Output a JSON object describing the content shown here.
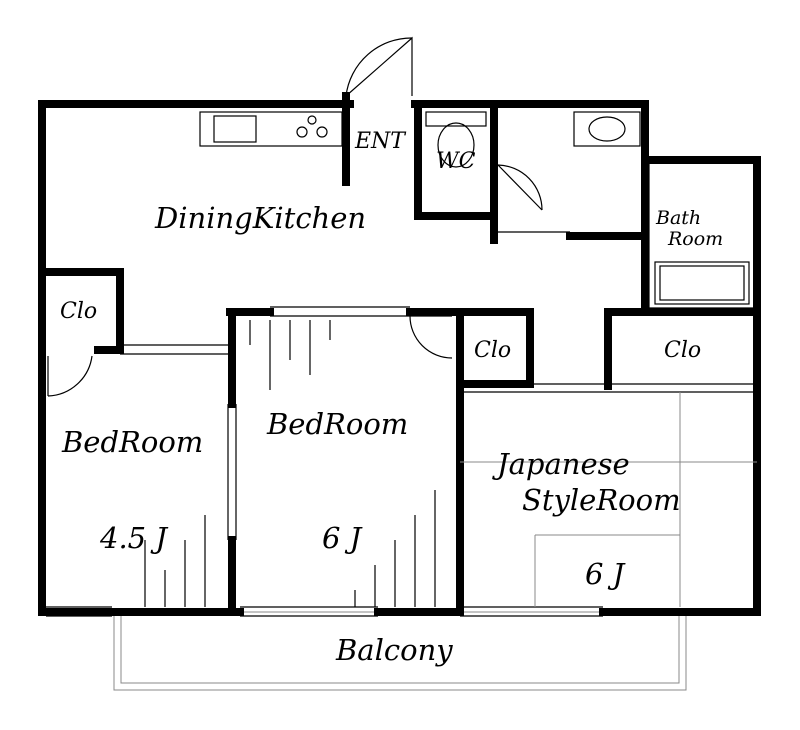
{
  "rooms": {
    "dining_kitchen": "DiningKitchen",
    "entrance": "ENT",
    "wc": "WC",
    "bath_line1": "Bath",
    "bath_line2": "Room",
    "closet_left": "Clo",
    "closet_center": "Clo",
    "closet_right": "Clo",
    "bedroom_left": "BedRoom",
    "bedroom_left_size": "4.5 J",
    "bedroom_center": "BedRoom",
    "bedroom_center_size": "6 J",
    "japanese_line1": "Japanese",
    "japanese_line2": "StyleRoom",
    "japanese_size": "6 J",
    "balcony": "Balcony"
  }
}
